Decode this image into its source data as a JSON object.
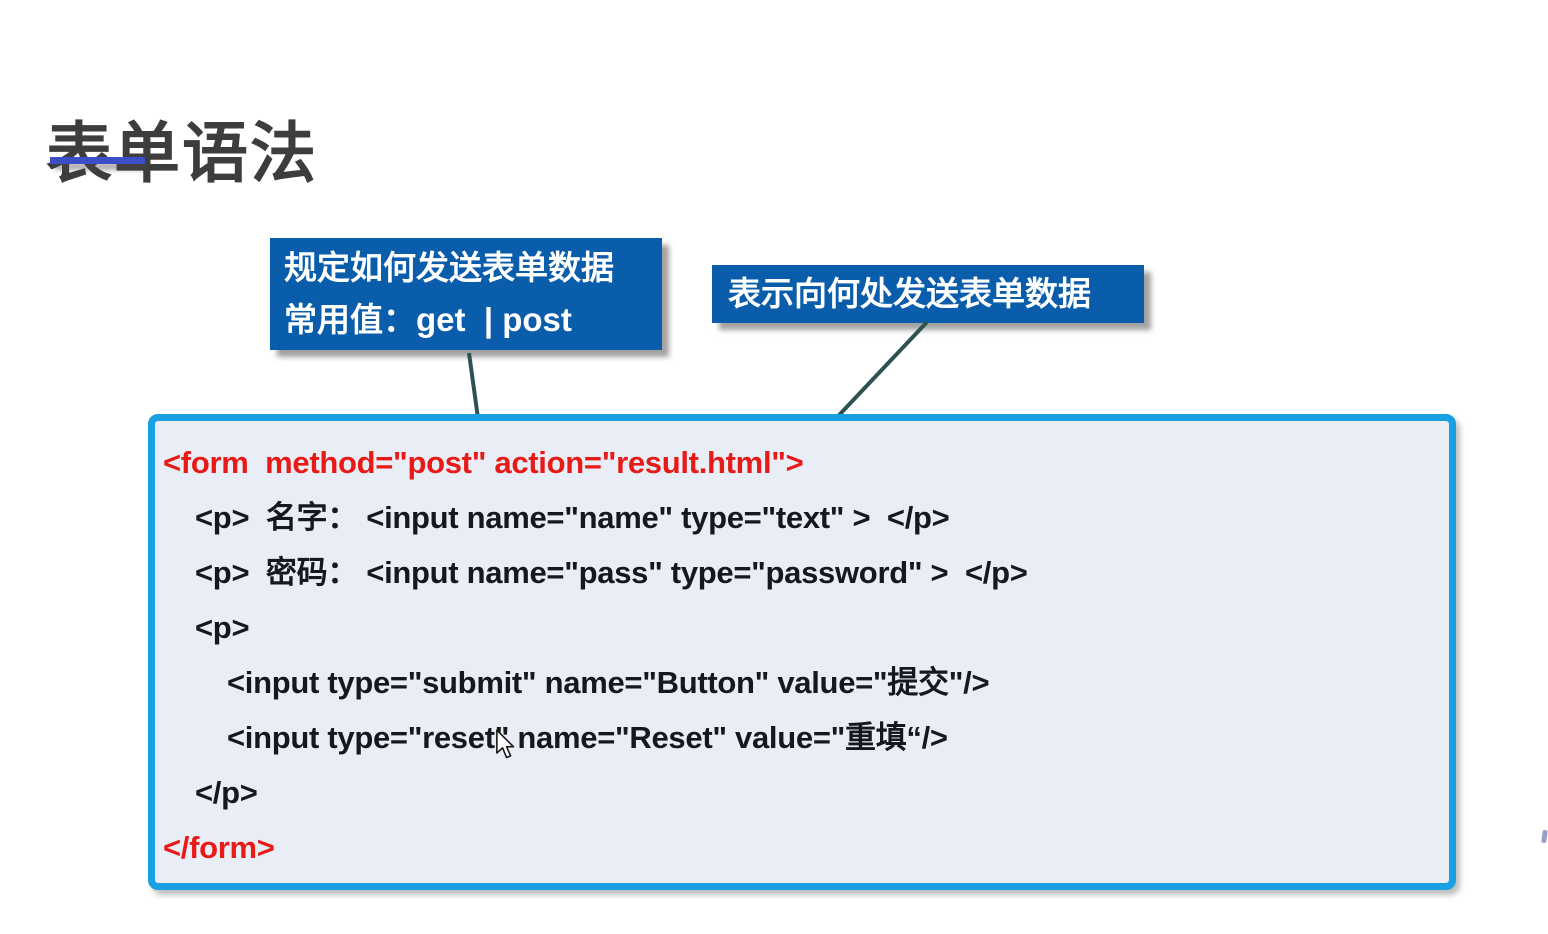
{
  "title": {
    "text": "表单语法"
  },
  "callouts": [
    {
      "name": "method-attribute-note",
      "lines": [
        "规定如何发送表单数据",
        "常用值：get  | post"
      ]
    },
    {
      "name": "action-attribute-note",
      "lines": [
        "表示向何处发送表单数据"
      ]
    }
  ],
  "code_panel": {
    "lines": [
      {
        "text": "<form  method=\"post\" action=\"result.html\">",
        "emphasis": "red",
        "indent": 0
      },
      {
        "text": "<p>  名字： <input name=\"name\" type=\"text\" >  </p>",
        "emphasis": "normal",
        "indent": 1
      },
      {
        "text": "<p>  密码： <input name=\"pass\" type=\"password\" >  </p>",
        "emphasis": "normal",
        "indent": 1
      },
      {
        "text": "<p>",
        "emphasis": "normal",
        "indent": 1
      },
      {
        "text": "<input type=\"submit\" name=\"Button\" value=\"提交\"/>",
        "emphasis": "normal",
        "indent": 2
      },
      {
        "text": "<input type=\"reset\" name=\"Reset\" value=\"重填“/>",
        "emphasis": "normal",
        "indent": 2
      },
      {
        "text": "</p>",
        "emphasis": "normal",
        "indent": 1
      },
      {
        "text": "</form>",
        "emphasis": "red",
        "indent": 0
      }
    ]
  },
  "colors": {
    "title_text": "#3d3d3d",
    "title_underline": "#3b4ec6",
    "callout_bg": "#0a5dab",
    "callout_text": "#ffffff",
    "arrow": "#2f5151",
    "code_border": "#18a0e2",
    "code_bg": "#e9edf5",
    "code_text": "#16181d",
    "code_red": "#e71a18"
  }
}
